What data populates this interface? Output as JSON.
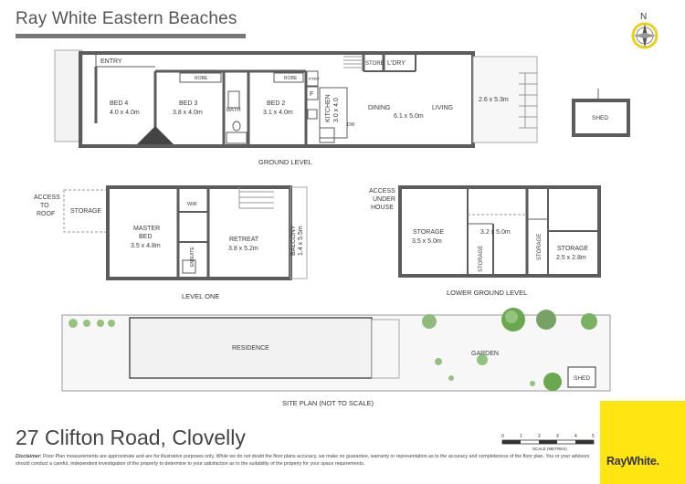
{
  "agency_name": "Ray White Eastern Beaches",
  "compass_label": "N",
  "address": "27 Clifton Road, Clovelly",
  "disclaimer": {
    "label": "Disclaimer:",
    "text": "Floor Plan measurements are approximate and are for illustrative purposes only. While we do not doubt the floor plans accuracy, we make no guarantee, warranty or representation as to the accuracy and completeness of the floor plan. You or your advisors should conduct a careful, independent investigation of the property to determine to your satisfaction as to the suitability of the property for your space requirements."
  },
  "logo_text": "RayWhite.",
  "colors": {
    "wall": "#5c5c5c",
    "brand_yellow": "#ffe512",
    "compass_ring": "#e8d21a"
  },
  "scale": {
    "ticks": [
      "0",
      "1",
      "2",
      "3",
      "4",
      "5"
    ],
    "label": "SCALE (METRES)"
  },
  "sections": {
    "ground": {
      "title": "GROUND LEVEL",
      "entry": "ENTRY",
      "robe": "ROBE",
      "pantry": "PTRY",
      "fridge": "F",
      "dishwasher": "DW",
      "store": "STORE",
      "laundry": "L'DRY",
      "bath": "BATH",
      "bed4": {
        "name": "BED 4",
        "dim": "4.0 x 4.0m"
      },
      "bed3": {
        "name": "BED 3",
        "dim": "3.8 x 4.0m"
      },
      "bed2": {
        "name": "BED 2",
        "dim": "3.1 x 4.0m"
      },
      "kitchen": {
        "name": "KITCHEN",
        "dim": "3.0 x 4.0"
      },
      "dining": "DINING",
      "living": "LIVING",
      "dining_living_dim": "6.1 x 5.0m",
      "deck_dim": "2.6 x 5.3m",
      "shed": "SHED"
    },
    "level_one": {
      "title": "LEVEL ONE",
      "access": [
        "ACCESS",
        "TO",
        "ROOF"
      ],
      "storage": "STORAGE",
      "master": {
        "name1": "MASTER",
        "name2": "BED",
        "dim": "3.5 x 4.8m"
      },
      "wir": "WIR",
      "ensuite": "ENSUITE",
      "retreat": {
        "name": "RETREAT",
        "dim": "3.8 x 5.2m"
      },
      "balcony": {
        "name": "BALCONY",
        "dim": "1.4 x 5.5m"
      }
    },
    "lower_ground": {
      "title": "LOWER GROUND LEVEL",
      "access": [
        "ACCESS",
        "UNDER",
        "HOUSE"
      ],
      "storage_a": {
        "name": "STORAGE",
        "dim": "3.5 x 5.0m"
      },
      "storage_narrow": "STORAGE",
      "room_b": {
        "dim": "3.2 x 5.0m"
      },
      "storage_c_narrow": "STORAGE",
      "storage_d": {
        "name": "STORAGE",
        "dim": "2.5 x 2.8m"
      }
    },
    "site": {
      "title": "SITE PLAN (NOT TO SCALE)",
      "residence": "RESIDENCE",
      "garden": "GARDEN",
      "shed": "SHED"
    }
  }
}
